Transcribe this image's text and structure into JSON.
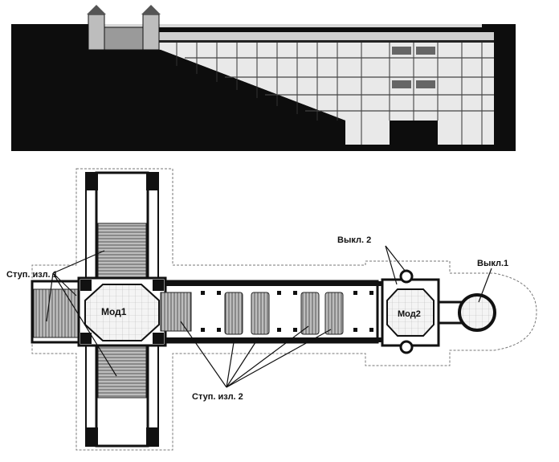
{
  "labels": {
    "stup_izl_1": "Ступ. изл. 1",
    "stup_izl_2": "Ступ. изл. 2",
    "vykl_2": "Выкл. 2",
    "vykl_1": "Выкл.1",
    "mod_1": "Мод1",
    "mod_2": "Мод2"
  },
  "colors": {
    "ink": "#111111",
    "paper": "#ffffff",
    "hatch": "#8a8a8a",
    "dash": "#777777"
  }
}
